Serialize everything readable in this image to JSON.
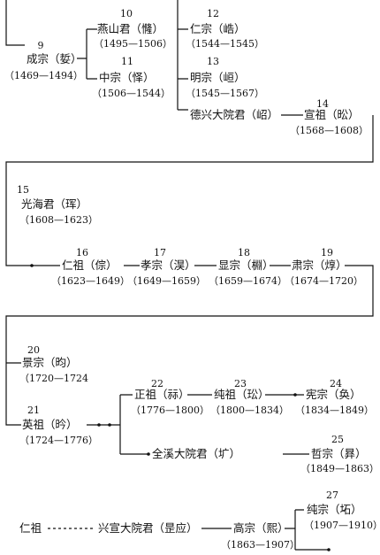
{
  "title": "",
  "nodes": [
    {
      "id": "n9",
      "num": "9",
      "name": "成宗（娎）",
      "years": "（1469—1494）"
    },
    {
      "id": "n10",
      "num": "10",
      "name": "燕山君（㦕）",
      "years": "（1495—1506）"
    },
    {
      "id": "n11",
      "num": "11",
      "name": "中宗（怿）",
      "years": "（1506—1544）"
    },
    {
      "id": "n12",
      "num": "12",
      "name": "仁宗（峼）",
      "years": "（1544—1545）"
    },
    {
      "id": "n13",
      "num": "13",
      "name": "明宗（峘）",
      "years": "（1545—1567）"
    },
    {
      "id": "ndeok",
      "num": "",
      "name": "德兴大院君（岹）",
      "years": ""
    },
    {
      "id": "n14",
      "num": "14",
      "name": "宣祖（昖）",
      "years": "（1568—1608）"
    },
    {
      "id": "n15",
      "num": "15",
      "name": "光海君（珲）",
      "years": "（1608—1623）"
    },
    {
      "id": "n16",
      "num": "16",
      "name": "仁祖（倧）",
      "years": "（1623—1649）"
    },
    {
      "id": "n17",
      "num": "17",
      "name": "孝宗（淏）",
      "years": "（1649—1659）"
    },
    {
      "id": "n18",
      "num": "18",
      "name": "显宗（棩）",
      "years": "（1659—1674）"
    },
    {
      "id": "n19",
      "num": "19",
      "name": "肃宗（焞）",
      "years": "（1674—1720）"
    },
    {
      "id": "n20",
      "num": "20",
      "name": "景宗（昀）",
      "years": "（1720—1724"
    },
    {
      "id": "n21",
      "num": "21",
      "name": "英祖（昑）",
      "years": "（1724—1776）"
    },
    {
      "id": "n22",
      "num": "22",
      "name": "正祖（祘）",
      "years": "（1776—1800）"
    },
    {
      "id": "n23",
      "num": "23",
      "name": "纯祖（玜）",
      "years": "（1800—1834）"
    },
    {
      "id": "n24",
      "num": "24",
      "name": "宪宗（奂）",
      "years": "（1834—1849）"
    },
    {
      "id": "njeon",
      "num": "",
      "name": "全溪大院君（圹）",
      "years": ""
    },
    {
      "id": "n25",
      "num": "25",
      "name": "哲宗（昪）",
      "years": "（1849—1863）"
    },
    {
      "id": "ninjo",
      "num": "",
      "name": "仁祖",
      "years": ""
    },
    {
      "id": "nheung",
      "num": "",
      "name": "兴宣大院君（昰应）",
      "years": ""
    },
    {
      "id": "ngojong",
      "num": "",
      "name": "高宗（熙）",
      "years": "（1863—1907）"
    },
    {
      "id": "n27",
      "num": "27",
      "name": "纯宗（坧）",
      "years": "（1907—1910）"
    }
  ]
}
